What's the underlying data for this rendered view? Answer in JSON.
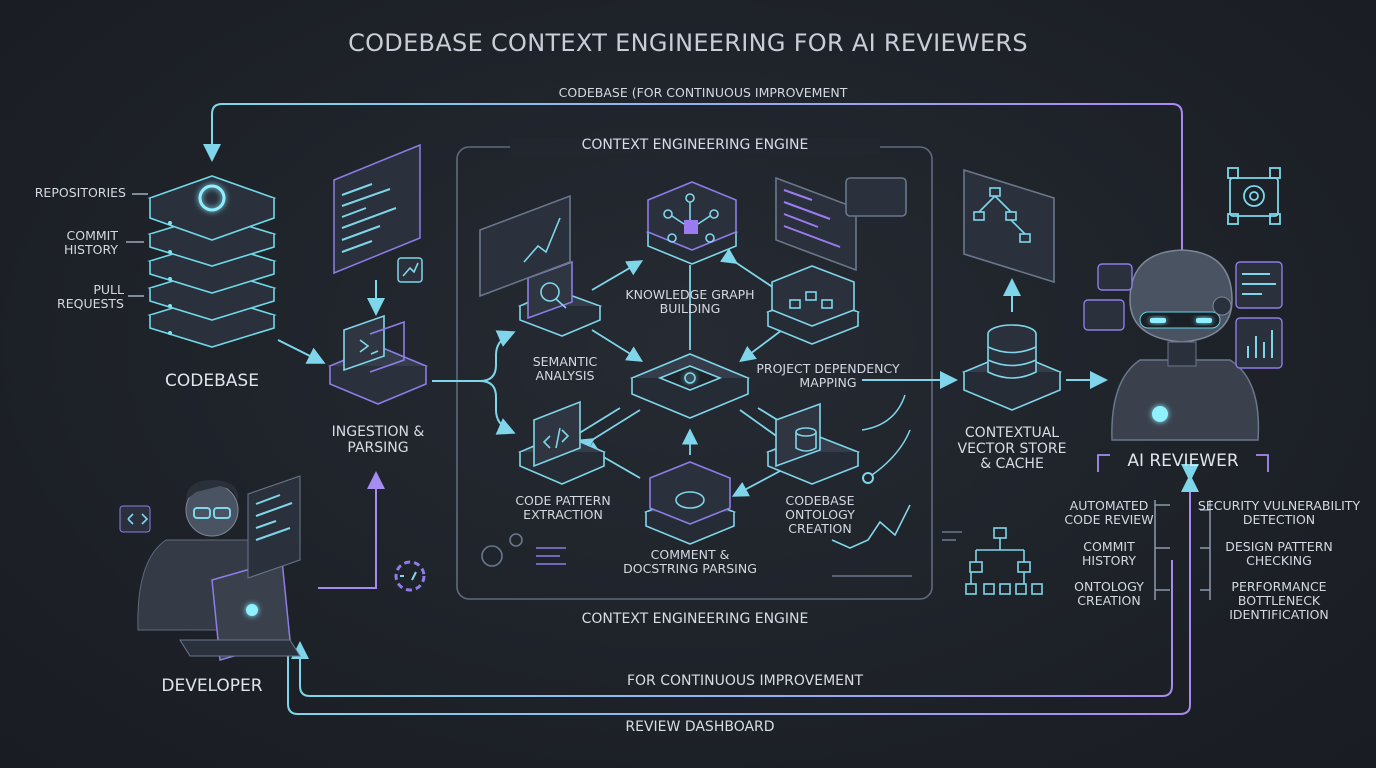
{
  "title": "CODEBASE CONTEXT ENGINEERING FOR AI REVIEWERS",
  "top_loop_label": "CODEBASE (FOR CONTINUOUS IMPROVEMENT",
  "engine_label_top": "CONTEXT ENGINEERING ENGINE",
  "engine_label_bottom": "CONTEXT ENGINEERING ENGINE",
  "bottom_loop_label": "FOR CONTINUOUS IMPROVEMENT",
  "dashboard_label": "REVIEW DASHBOARD",
  "codebase": {
    "label": "CODEBASE",
    "sources": [
      "REPOSITORIES",
      "COMMIT\nHISTORY",
      "PULL\nREQUESTS"
    ]
  },
  "developer_label": "DEVELOPER",
  "ingestion_label": "INGESTION &\nPARSING",
  "engine_nodes": {
    "knowledge_graph": "KNOWLEDGE GRAPH\nBUILDING",
    "semantic": "SEMANTIC\nANALYSIS",
    "dependency": "PROJECT DEPENDENCY\nMAPPING",
    "code_pattern": "CODE PATTERN\nEXTRACTION",
    "ontology": "CODEBASE\nONTOLOGY\nCREATION",
    "comment": "COMMENT &\nDOCSTRING PARSING"
  },
  "vector_store_label": "CONTEXTUAL\nVECTOR STORE\n& CACHE",
  "reviewer": {
    "label": "AI REVIEWER",
    "left_items": [
      "AUTOMATED\nCODE REVIEW",
      "COMMIT\nHISTORY",
      "ONTOLOGY\nCREATION"
    ],
    "right_items": [
      "SECURITY VULNERABILITY\nDETECTION",
      "DESIGN PATTERN\nCHECKING",
      "PERFORMANCE\nBOTTLENECK\nIDENTIFICATION"
    ]
  },
  "colors": {
    "cyan": "#5fd3e6",
    "purple": "#9b7cf0",
    "panel": "#2d3440",
    "line": "#6fd8e8"
  }
}
